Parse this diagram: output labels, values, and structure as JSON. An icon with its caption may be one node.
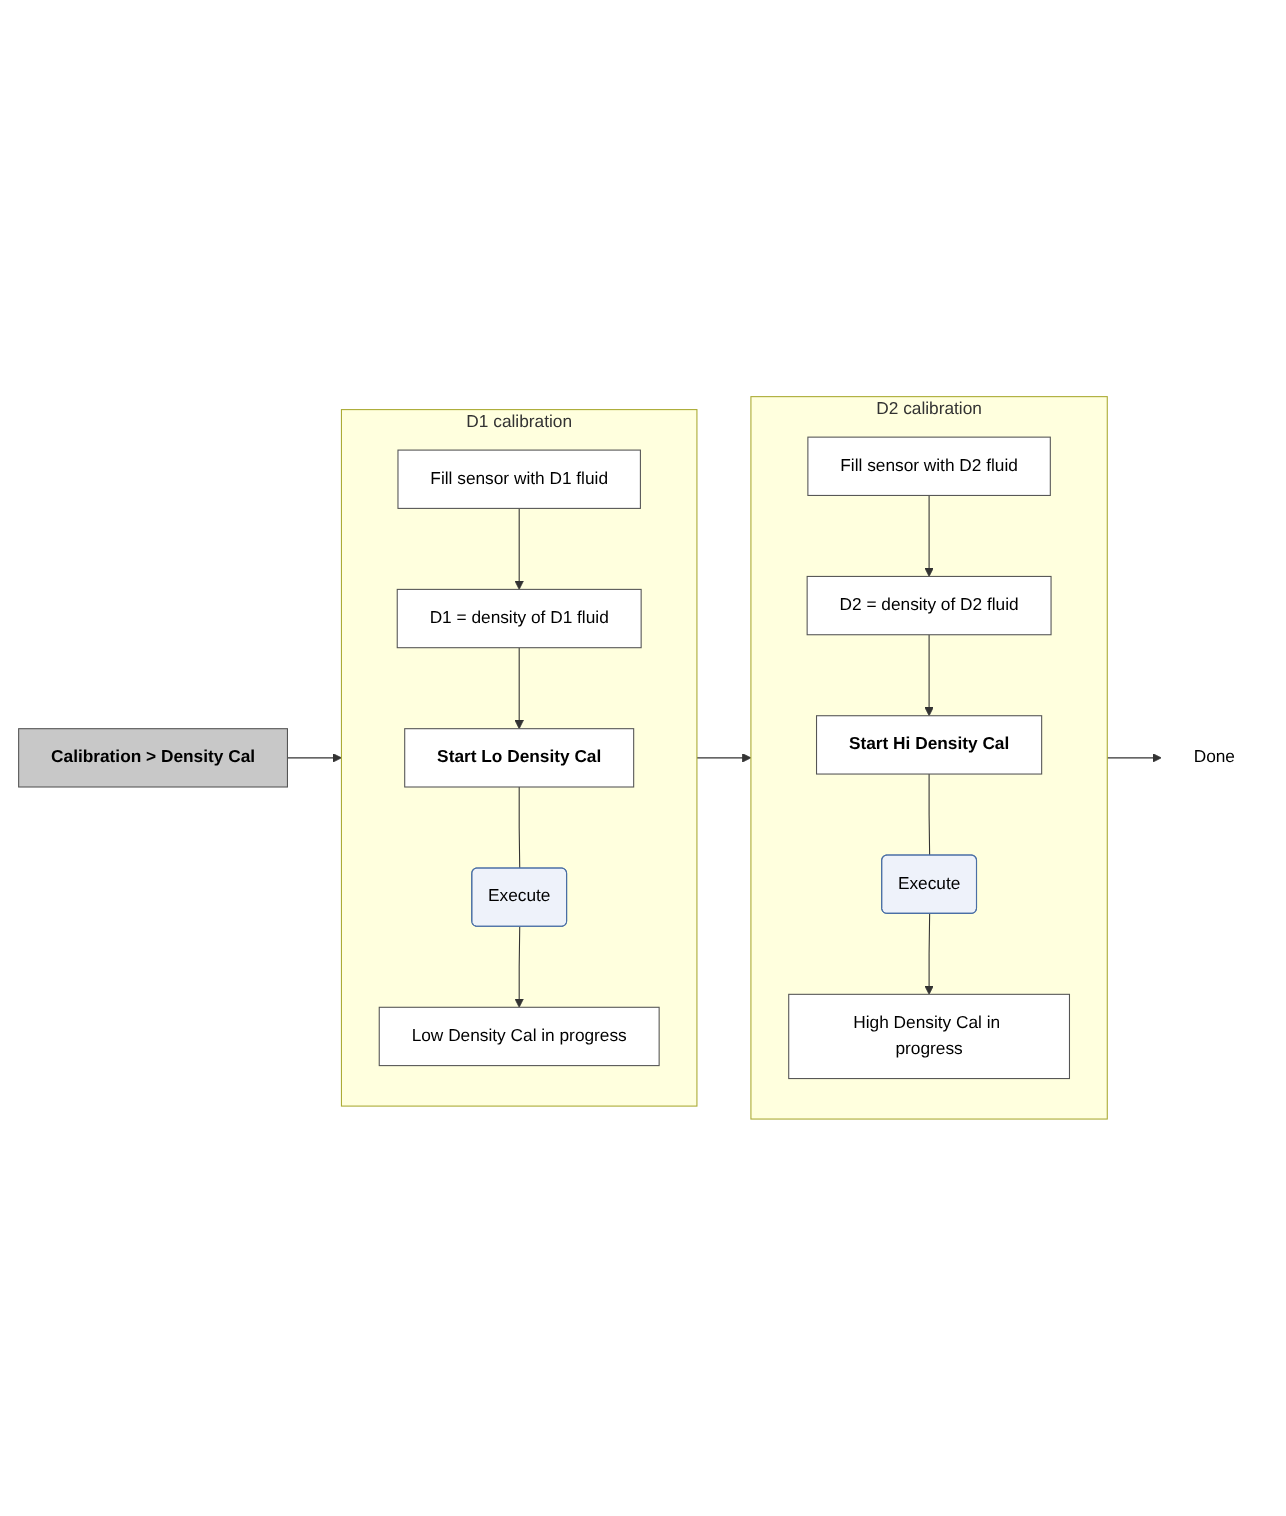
{
  "diagram": {
    "nodes": [
      {
        "text": [
          "Calibration > Density Cal"
        ]
      },
      {
        "text": [
          "D1 calibration"
        ]
      },
      {
        "text": [
          "Fill sensor with D1 fluid"
        ],
        "in": 1
      },
      {
        "text": [
          "D1 = density of D1 fluid"
        ],
        "in": 1
      },
      {
        "text": [
          "Start Lo Density Cal"
        ],
        "in": 1
      },
      {
        "text": [
          "Execute"
        ],
        "in": 1
      },
      {
        "text": [
          "Low Density Cal in progress"
        ],
        "in": 1
      },
      {
        "text": [
          "D2 calibration"
        ]
      },
      {
        "text": [
          "Fill sensor with D2 fluid"
        ],
        "in": 7
      },
      {
        "text": [
          "D2 = density of D2 fluid"
        ],
        "in": 7
      },
      {
        "text": [
          "Start Hi Density Cal"
        ],
        "in": 7
      },
      {
        "text": [
          "Execute"
        ],
        "in": 7
      },
      {
        "text": [
          "High Density Cal in progress"
        ],
        "in": 7
      },
      {
        "text": [
          "Done"
        ]
      }
    ],
    "edges": [
      {
        "from": 0,
        "to": 1,
        "arrow": "to"
      },
      {
        "from": 2,
        "to": 3,
        "arrow": "to"
      },
      {
        "from": 3,
        "to": 4,
        "arrow": "to"
      },
      {
        "from": 4,
        "to": 5,
        "arrow": "none"
      },
      {
        "from": 5,
        "to": 6,
        "arrow": "to"
      },
      {
        "from": 1,
        "to": 7,
        "arrow": "to"
      },
      {
        "from": 8,
        "to": 9,
        "arrow": "to"
      },
      {
        "from": 9,
        "to": 10,
        "arrow": "to"
      },
      {
        "from": 10,
        "to": 11,
        "arrow": "none"
      },
      {
        "from": 11,
        "to": 12,
        "arrow": "to"
      },
      {
        "from": 7,
        "to": 13,
        "arrow": "to"
      }
    ]
  }
}
